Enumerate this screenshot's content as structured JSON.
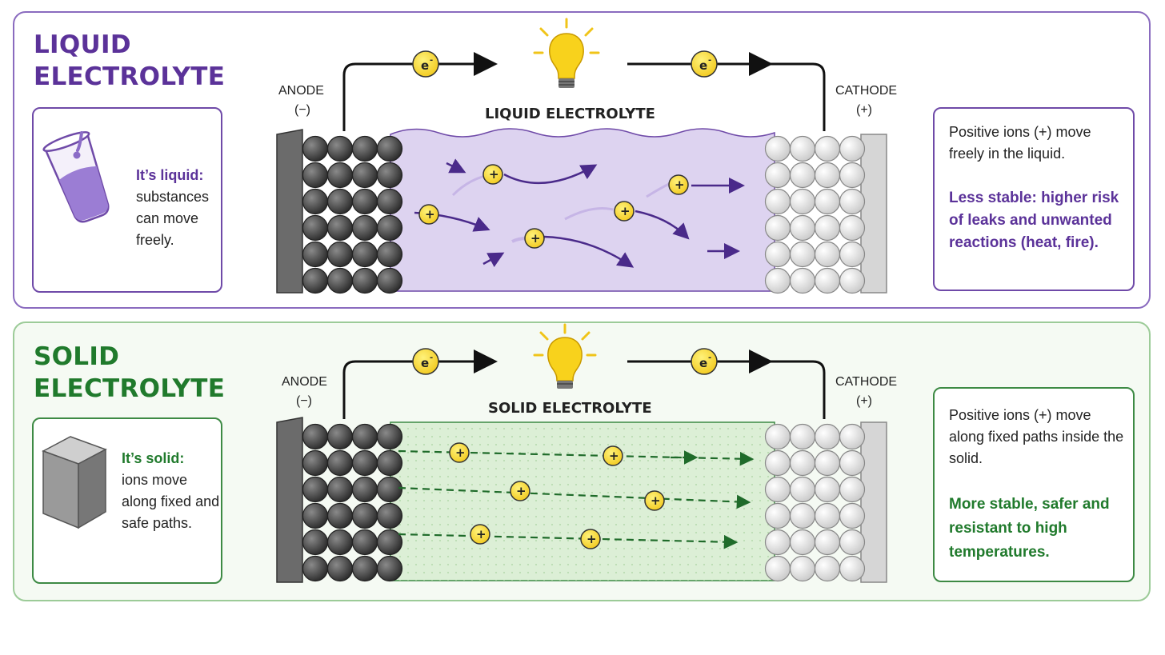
{
  "liquid": {
    "title_line1": "LIQUID",
    "title_line2": "ELECTROLYTE",
    "icon": "beaker-icon",
    "left_highlight": "It’s liquid:",
    "left_text": "substances can move freely.",
    "electrolyte_label": "LIQUID ELECTROLYTE",
    "anode_label": "ANODE",
    "anode_sign": "(−)",
    "cathode_label": "CATHODE",
    "cathode_sign": "(+)",
    "electron_symbol": "e",
    "electron_sup": "-",
    "ion_symbol": "+",
    "right_text": "Positive ions (+) move freely in the liquid.",
    "right_highlight": "Less stable: higher risk of leaks and unwanted reactions (heat, fire).",
    "accent": "#5b3299",
    "fill": "#ddd3f0"
  },
  "solid": {
    "title_line1": "SOLID",
    "title_line2": "ELECTROLYTE",
    "icon": "solid-block-icon",
    "left_highlight": "It’s solid:",
    "left_text": "ions move along fixed and safe paths.",
    "electrolyte_label": "SOLID ELECTROLYTE",
    "anode_label": "ANODE",
    "anode_sign": "(−)",
    "cathode_label": "CATHODE",
    "cathode_sign": "(+)",
    "electron_symbol": "e",
    "electron_sup": "-",
    "ion_symbol": "+",
    "right_text": "Positive ions (+) move along fixed paths inside the solid.",
    "right_highlight": "More stable, safer and resistant to high temperatures.",
    "accent": "#207a2c",
    "fill": "#dcefd6"
  }
}
